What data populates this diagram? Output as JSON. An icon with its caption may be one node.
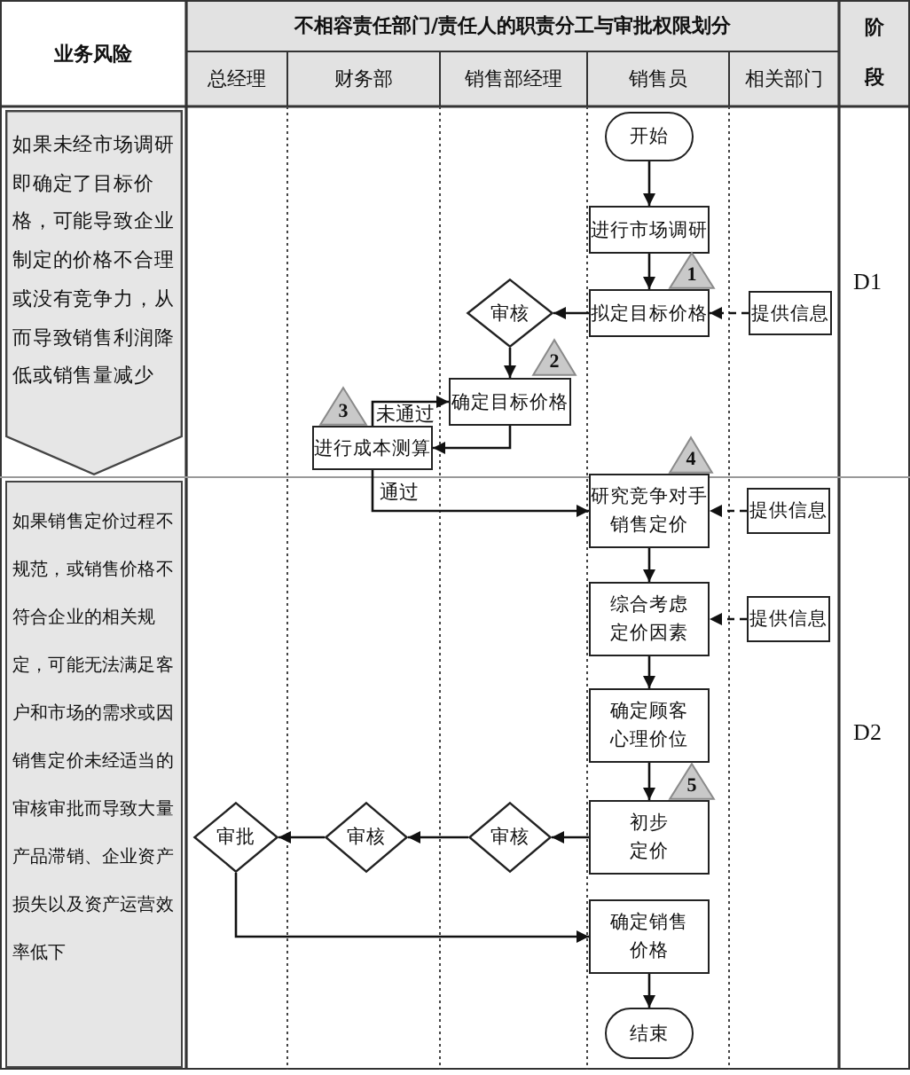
{
  "diagram": {
    "nodes": [
      {
        "text": [
          "如果未经市场调研即确定了目标价格，可能导致企业制定的价格不合理或没有竞争力，从而导致销售利润降低或销售量减少"
        ]
      },
      {
        "text": [
          "开始"
        ]
      },
      {
        "text": [
          "进行市场调研"
        ]
      },
      {
        "text": [
          "1"
        ]
      },
      {
        "text": [
          "审核"
        ]
      },
      {
        "text": [
          "拟定目标价格"
        ]
      },
      {
        "text": [
          "提供信息"
        ]
      },
      {
        "text": [
          "2"
        ]
      },
      {
        "text": [
          "确定目标价格"
        ]
      },
      {
        "text": [
          "3"
        ]
      },
      {
        "text": [
          "进行成本测算"
        ]
      },
      {
        "text": [
          "4"
        ]
      },
      {
        "text": [
          "如果销售定价过程不规范，或销售价格不符合企业的相关规定，可能无法满足客户和市场的需求或因销售定价未经适当的审核审批而导致大量产品滞销、企业资产损失以及资产运营效率低下"
        ]
      },
      {
        "text": [
          "研究竞争对手销售定价"
        ]
      },
      {
        "text": [
          "提供信息"
        ]
      },
      {
        "text": [
          "综合考虑定价因素"
        ]
      },
      {
        "text": [
          "提供信息"
        ]
      },
      {
        "text": [
          "确定顾客心理价位"
        ]
      },
      {
        "text": [
          "5"
        ]
      },
      {
        "text": [
          "审批"
        ]
      },
      {
        "text": [
          "审核"
        ]
      },
      {
        "text": [
          "审核"
        ]
      },
      {
        "text": [
          "初步定价"
        ]
      },
      {
        "text": [
          "确定销售价格"
        ]
      },
      {
        "text": [
          "结束"
        ]
      }
    ],
    "edges": [
      {
        "from": 1,
        "to": 2,
        "arrow": "to"
      },
      {
        "from": 2,
        "to": 5,
        "arrow": "to"
      },
      {
        "from": 6,
        "to": 5,
        "arrow": "to",
        "style": "dashed"
      },
      {
        "from": 5,
        "to": 4,
        "arrow": "to"
      },
      {
        "from": 4,
        "to": 8,
        "arrow": "to"
      },
      {
        "from": 8,
        "to": 10,
        "arrow": "to"
      },
      {
        "from": 10,
        "to": 8,
        "arrow": "to",
        "label": "未通过"
      },
      {
        "from": 10,
        "to": 13,
        "arrow": "to",
        "label": "通过"
      },
      {
        "from": 14,
        "to": 13,
        "arrow": "to",
        "style": "dashed"
      },
      {
        "from": 13,
        "to": 15,
        "arrow": "to"
      },
      {
        "from": 16,
        "to": 15,
        "arrow": "to",
        "style": "dashed"
      },
      {
        "from": 15,
        "to": 17,
        "arrow": "to"
      },
      {
        "from": 17,
        "to": 22,
        "arrow": "to"
      },
      {
        "from": 22,
        "to": 21,
        "arrow": "to"
      },
      {
        "from": 21,
        "to": 20,
        "arrow": "to"
      },
      {
        "from": 20,
        "to": 19,
        "arrow": "to"
      },
      {
        "from": 19,
        "to": 23,
        "arrow": "to"
      },
      {
        "from": 23,
        "to": 24,
        "arrow": "to"
      }
    ],
    "labels": [
      "业务风险",
      "不相容责任部门/责任人的职责分工与审批权限划分",
      "阶段",
      "总经理",
      "财务部",
      "销售部经理",
      "销售员",
      "相关部门",
      "D1",
      "D2"
    ]
  }
}
